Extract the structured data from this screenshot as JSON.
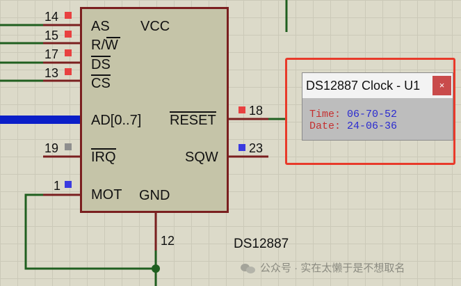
{
  "chip": {
    "part_name": "DS12887",
    "pins_left": [
      {
        "num": "14",
        "label": "AS",
        "overline": false,
        "status": "red"
      },
      {
        "num": "15",
        "label": "R/W",
        "overline": false,
        "status": "red"
      },
      {
        "num": "17",
        "label": "DS",
        "overline": true,
        "status": "red"
      },
      {
        "num": "13",
        "label": "CS",
        "overline": true,
        "status": "red"
      },
      {
        "num": "",
        "label": "AD[0..7]",
        "overline": false,
        "status": ""
      },
      {
        "num": "19",
        "label": "IRQ",
        "overline": true,
        "status": "grey"
      },
      {
        "num": "1",
        "label": "MOT",
        "overline": false,
        "status": "blue"
      }
    ],
    "pins_right": [
      {
        "num": "18",
        "label": "RESET",
        "overline": true,
        "status": "red"
      },
      {
        "num": "23",
        "label": "SQW",
        "overline": false,
        "status": "blue"
      }
    ],
    "top_label": "VCC",
    "bottom_label": "GND",
    "bottom_pin_num": "12"
  },
  "popup": {
    "title": "DS12887 Clock - U1",
    "close_glyph": "×",
    "time_label": "Time:",
    "time_value": "06-70-52",
    "date_label": "Date:",
    "date_value": "24-06-36"
  },
  "watermark": {
    "text": "公众号 · 实在太懒于是不想取名"
  },
  "colors": {
    "background": "#dcdac9",
    "wire": "#1f5f1f",
    "pin_line": "#7a1f1f",
    "bus": "#0a1ec8",
    "highlight": "#e83a2a"
  }
}
